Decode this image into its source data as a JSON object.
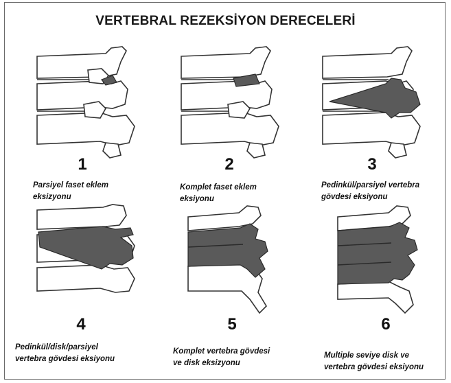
{
  "title": "VERTEBRAL REZEKSİYON DERECELERİ",
  "colors": {
    "resected": "#5a5a5a",
    "bone": "#ffffff",
    "outline": "#333333"
  },
  "panels": [
    {
      "number": "1",
      "caption_lines": [
        "Parsiyel faset eklem",
        "eksizyonu"
      ]
    },
    {
      "number": "2",
      "caption_lines": [
        "Komplet faset eklem",
        "eksiyonu"
      ]
    },
    {
      "number": "3",
      "caption_lines": [
        "Pedinkül/parsiyel vertebra",
        "gövdesi eksiyonu"
      ]
    },
    {
      "number": "4",
      "caption_lines": [
        "Pedinkül/disk/parsiyel",
        "vertebra gövdesi eksiyonu"
      ]
    },
    {
      "number": "5",
      "caption_lines": [
        "Komplet vertebra gövdesi",
        "ve disk eksizyonu"
      ]
    },
    {
      "number": "6",
      "caption_lines": [
        "Multiple seviye disk ve",
        "vertebra gövdesi eksiyonu"
      ]
    }
  ]
}
